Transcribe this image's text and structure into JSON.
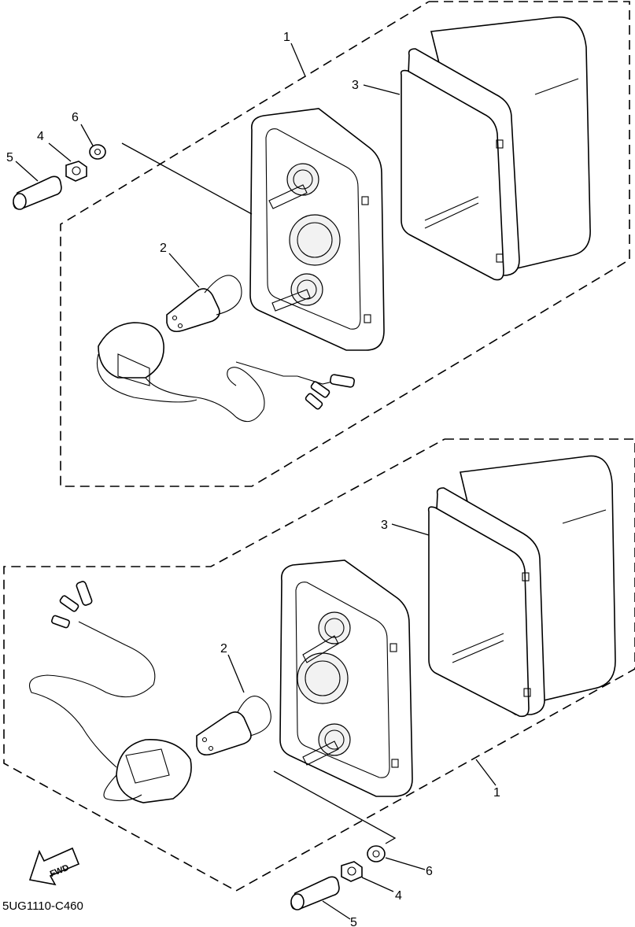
{
  "diagram_code": "5UG1110-C460",
  "fwd_label": "FWD",
  "upper_assembly": {
    "callouts": [
      {
        "id": "1",
        "label": "1"
      },
      {
        "id": "2",
        "label": "2"
      },
      {
        "id": "3",
        "label": "3"
      },
      {
        "id": "4",
        "label": "4"
      },
      {
        "id": "5",
        "label": "5"
      },
      {
        "id": "6",
        "label": "6"
      }
    ]
  },
  "lower_assembly": {
    "callouts": [
      {
        "id": "1",
        "label": "1"
      },
      {
        "id": "2",
        "label": "2"
      },
      {
        "id": "3",
        "label": "3"
      },
      {
        "id": "4",
        "label": "4"
      },
      {
        "id": "5",
        "label": "5"
      },
      {
        "id": "6",
        "label": "6"
      }
    ]
  }
}
